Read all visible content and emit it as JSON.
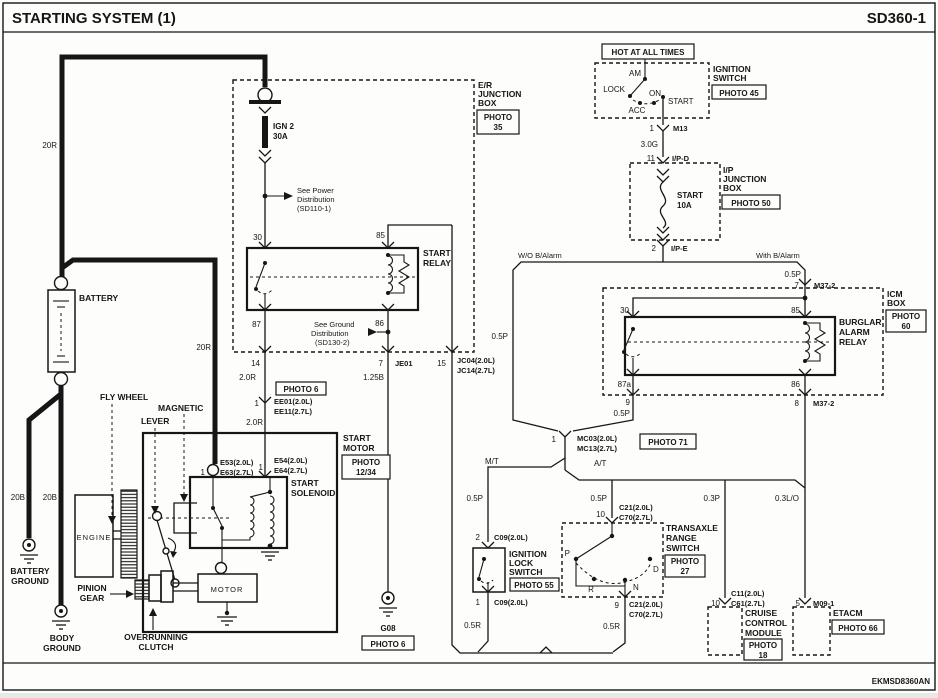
{
  "colors": {
    "ink": "#161616",
    "background": "#fdfdfb"
  },
  "header": {
    "title": "STARTING SYSTEM (1)",
    "code": "SD360-1"
  },
  "footer": {
    "doc_code": "EKMSD8360AN"
  },
  "wires": {
    "r20": "20R",
    "b20": "20B",
    "r2_0": "2.0R",
    "b1_25": "1.25B",
    "g3_0": "3.0G",
    "p0_5": "0.5P",
    "r0_5": "0.5R",
    "p0_3": "0.3P",
    "lo0_3": "0.3L/O"
  },
  "ignition_switch": {
    "hot": "HOT AT ALL TIMES",
    "name1": "IGNITION",
    "name2": "SWITCH",
    "photo": "PHOTO 45",
    "am": "AM",
    "lock": "LOCK",
    "acc": "ACC",
    "on": "ON",
    "start": "START",
    "pin1": "1",
    "conn": "M13"
  },
  "ip_box": {
    "pin_in": "11",
    "conn_in": "I/P-D",
    "name1": "I/P",
    "name2": "JUNCTION",
    "name3": "BOX",
    "photo": "PHOTO 50",
    "fuse_name": "START",
    "fuse_amp": "10A",
    "pin_out": "2",
    "conn_out": "I/P-E"
  },
  "branches": {
    "wo": "W/O B/Alarm",
    "with_alarm": "With B/Alarm",
    "mt": "M/T",
    "at": "A/T"
  },
  "icm": {
    "name1": "ICM",
    "name2": "BOX",
    "photo1": "PHOTO",
    "photo2": "60",
    "r1": "BURGLAR",
    "r2": "ALARM",
    "r3": "RELAY",
    "p30": "30",
    "p85": "85",
    "p87a": "87a",
    "p86": "86",
    "pin7": "7",
    "conn7": "M37-2",
    "pin8": "8",
    "conn8": "M37-2",
    "pin9": "9"
  },
  "mc": {
    "pin": "1",
    "c1": "MC03(2.0L)",
    "c2": "MC13(2.7L)",
    "photo": "PHOTO 71"
  },
  "ign_lock": {
    "pin_top": "2",
    "conn_top": "C09(2.0L)",
    "n1": "IGNITION",
    "n2": "LOCK",
    "n3": "SWITCH",
    "photo": "PHOTO 55",
    "pin_bot": "1",
    "conn_bot": "C09(2.0L)"
  },
  "transaxle": {
    "pin_top": "10",
    "ct1": "C21(2.0L)",
    "ct2": "C70(2.7L)",
    "n1": "TRANSAXLE",
    "n2": "RANGE",
    "n3": "SWITCH",
    "photo1": "PHOTO",
    "photo2": "27",
    "p": "P",
    "r": "R",
    "n": "N",
    "d": "D",
    "pin_bot": "9",
    "cb1": "C21(2.0L)",
    "cb2": "C70(2.7L)"
  },
  "cruise": {
    "pin": "10",
    "c1": "C11(2.0L)",
    "c2": "C61(2.7L)",
    "n1": "CRUISE",
    "n2": "CONTROL",
    "n3": "MODULE",
    "photo1": "PHOTO",
    "photo2": "18"
  },
  "etacm": {
    "pin": "5",
    "conn": "M09-1",
    "name": "ETACM",
    "photo": "PHOTO 66"
  },
  "er_box": {
    "n1": "E/R",
    "n2": "JUNCTION",
    "n3": "BOX",
    "photo1": "PHOTO",
    "photo2": "35",
    "fuse_name": "IGN 2",
    "fuse_amp": "30A",
    "pd1": "See Power",
    "pd2": "Distribution",
    "pd3": "(SD110-1)",
    "gd1": "See Ground",
    "gd2": "Distribution",
    "gd3": "(SD130-2)",
    "relay1": "START",
    "relay2": "RELAY",
    "p30": "30",
    "p85": "85",
    "p87": "87",
    "p86": "86",
    "out14": "14",
    "out7": "7",
    "conn7": "JE01",
    "out15": "15",
    "conn15a": "JC04(2.0L)",
    "conn15b": "JC14(2.7L)"
  },
  "starter": {
    "photo6": "PHOTO 6",
    "ee_pin": "1",
    "ee1": "EE01(2.0L)",
    "ee2": "EE11(2.7L)",
    "e53_pin": "1",
    "e53": "E53(2.0L)",
    "e63": "E63(2.7L)",
    "e54_pin": "1",
    "e54": "E54(2.0L)",
    "e64": "E64(2.7L)",
    "n1": "START",
    "n2": "MOTOR",
    "photo1": "PHOTO",
    "photo2": "12/34",
    "sol1": "START",
    "sol2": "SOLENOID",
    "motor": "MOTOR"
  },
  "g08": {
    "name": "G08",
    "photo": "PHOTO 6"
  },
  "battery": {
    "name": "BATTERY",
    "bg1": "BATTERY",
    "bg2": "GROUND",
    "byg1": "BODY",
    "byg2": "GROUND"
  },
  "mech": {
    "flywheel": "FLY WHEEL",
    "magnetic": "MAGNETIC",
    "lever": "LEVER",
    "engine": "ENGINE",
    "pinion1": "PINION",
    "pinion2": "GEAR",
    "clutch1": "OVERRUNNING",
    "clutch2": "CLUTCH"
  }
}
